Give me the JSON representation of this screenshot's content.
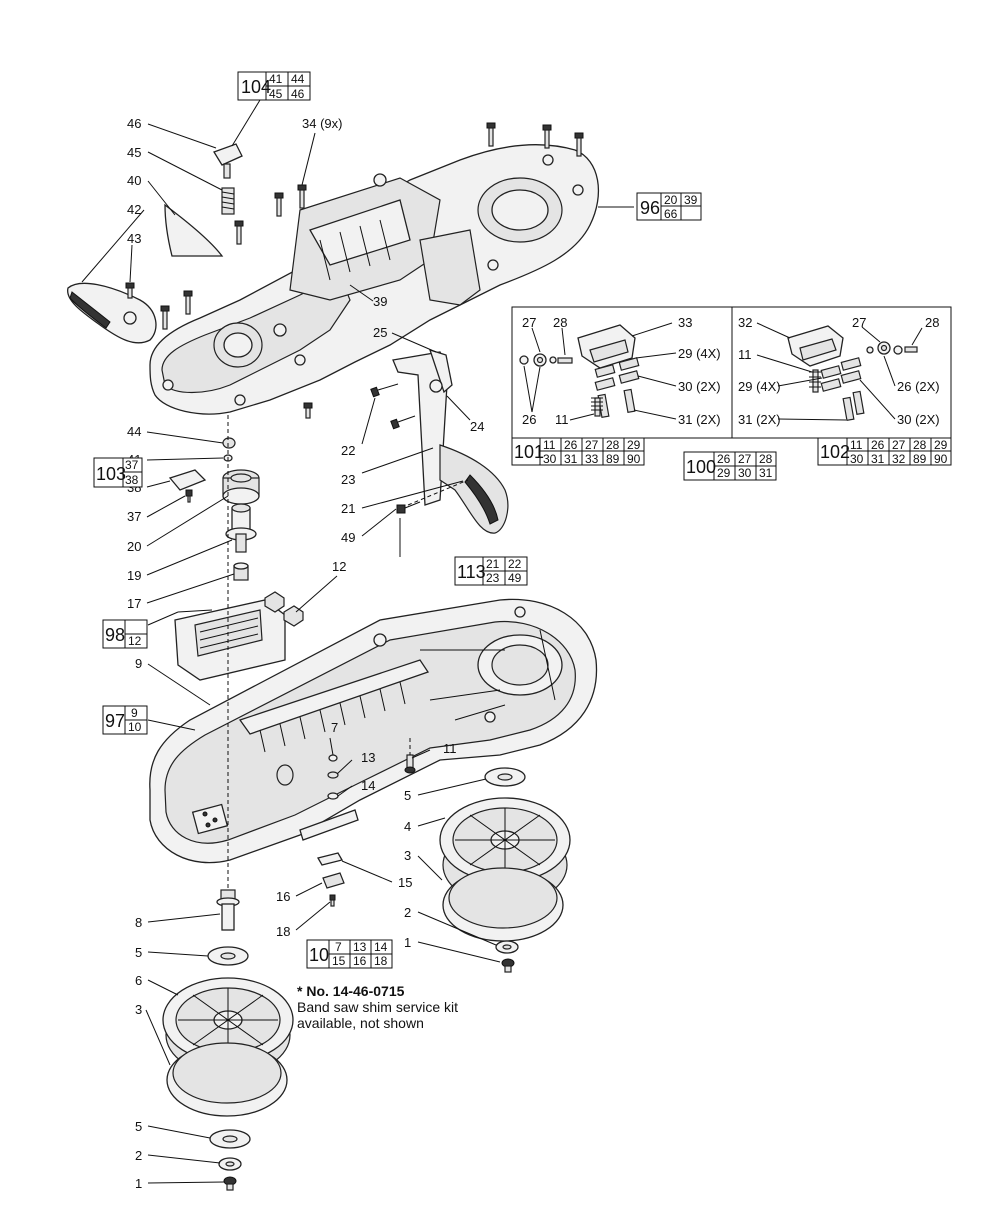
{
  "callouts": [
    {
      "id": "46",
      "text": "46"
    },
    {
      "id": "45",
      "text": "45"
    },
    {
      "id": "40",
      "text": "40"
    },
    {
      "id": "42",
      "text": "42"
    },
    {
      "id": "43",
      "text": "43"
    },
    {
      "id": "34",
      "text": "34 (9x)"
    },
    {
      "id": "39",
      "text": "39"
    },
    {
      "id": "25",
      "text": "25"
    },
    {
      "id": "24",
      "text": "24"
    },
    {
      "id": "22",
      "text": "22"
    },
    {
      "id": "23",
      "text": "23"
    },
    {
      "id": "21",
      "text": "21"
    },
    {
      "id": "49",
      "text": "49"
    },
    {
      "id": "44",
      "text": "44"
    },
    {
      "id": "41",
      "text": "41"
    },
    {
      "id": "38",
      "text": "38"
    },
    {
      "id": "37",
      "text": "37"
    },
    {
      "id": "20",
      "text": "20"
    },
    {
      "id": "19",
      "text": "19"
    },
    {
      "id": "17",
      "text": "17"
    },
    {
      "id": "12",
      "text": "12"
    },
    {
      "id": "9",
      "text": "9"
    },
    {
      "id": "7",
      "text": "7"
    },
    {
      "id": "13",
      "text": "13"
    },
    {
      "id": "14",
      "text": "14"
    },
    {
      "id": "11b",
      "text": "11"
    },
    {
      "id": "5a",
      "text": "5"
    },
    {
      "id": "4",
      "text": "4"
    },
    {
      "id": "3a",
      "text": "3"
    },
    {
      "id": "15",
      "text": "15"
    },
    {
      "id": "16",
      "text": "16"
    },
    {
      "id": "18",
      "text": "18"
    },
    {
      "id": "2a",
      "text": "2"
    },
    {
      "id": "1a",
      "text": "1"
    },
    {
      "id": "8",
      "text": "8"
    },
    {
      "id": "5b",
      "text": "5"
    },
    {
      "id": "6",
      "text": "6"
    },
    {
      "id": "3b",
      "text": "3"
    },
    {
      "id": "5c",
      "text": "5"
    },
    {
      "id": "2b",
      "text": "2"
    },
    {
      "id": "1b",
      "text": "1"
    },
    {
      "id": "d27a",
      "text": "27"
    },
    {
      "id": "d28a",
      "text": "28"
    },
    {
      "id": "d33",
      "text": "33"
    },
    {
      "id": "d29a",
      "text": "29 (4X)"
    },
    {
      "id": "d30a",
      "text": "30 (2X)"
    },
    {
      "id": "d26a",
      "text": "26"
    },
    {
      "id": "d11a",
      "text": "11"
    },
    {
      "id": "d31a",
      "text": "31 (2X)"
    },
    {
      "id": "d32",
      "text": "32"
    },
    {
      "id": "d27b",
      "text": "27"
    },
    {
      "id": "d28b",
      "text": "28"
    },
    {
      "id": "d11b",
      "text": "11"
    },
    {
      "id": "d29b",
      "text": "29 (4X)"
    },
    {
      "id": "d26b",
      "text": "26 (2X)"
    },
    {
      "id": "d31b",
      "text": "31 (2X)"
    },
    {
      "id": "d30b",
      "text": "30 (2X)"
    }
  ],
  "kits": [
    {
      "id": "k104",
      "main": "104",
      "rows": [
        [
          "41",
          "44"
        ],
        [
          "45",
          "46"
        ]
      ]
    },
    {
      "id": "k96",
      "main": "96",
      "rows": [
        [
          "20",
          "39"
        ],
        [
          "66",
          ""
        ]
      ]
    },
    {
      "id": "k103",
      "main": "103",
      "rows": [
        [
          "37"
        ],
        [
          "38"
        ]
      ]
    },
    {
      "id": "k113",
      "main": "113",
      "rows": [
        [
          "21",
          "22"
        ],
        [
          "23",
          "49"
        ]
      ]
    },
    {
      "id": "k98",
      "main": "98",
      "rows": [
        [
          ""
        ],
        [
          "12"
        ]
      ]
    },
    {
      "id": "k97",
      "main": "97",
      "rows": [
        [
          "9"
        ],
        [
          "10"
        ]
      ]
    },
    {
      "id": "k10",
      "main": "10",
      "rows": [
        [
          "7",
          "13",
          "14"
        ],
        [
          "15",
          "16",
          "18"
        ]
      ]
    },
    {
      "id": "k101",
      "main": "101",
      "rows": [
        [
          "11",
          "26",
          "27",
          "28",
          "29"
        ],
        [
          "30",
          "31",
          "33",
          "89",
          "90"
        ]
      ]
    },
    {
      "id": "k100",
      "main": "100",
      "rows": [
        [
          "26",
          "27",
          "28"
        ],
        [
          "29",
          "30",
          "31"
        ]
      ]
    },
    {
      "id": "k102",
      "main": "102",
      "rows": [
        [
          "11",
          "26",
          "27",
          "28",
          "29"
        ],
        [
          "30",
          "31",
          "32",
          "89",
          "90"
        ]
      ]
    }
  ],
  "note": {
    "title": "* No. 14-46-0715",
    "line1": "Band saw shim service kit",
    "line2": "available, not shown"
  }
}
